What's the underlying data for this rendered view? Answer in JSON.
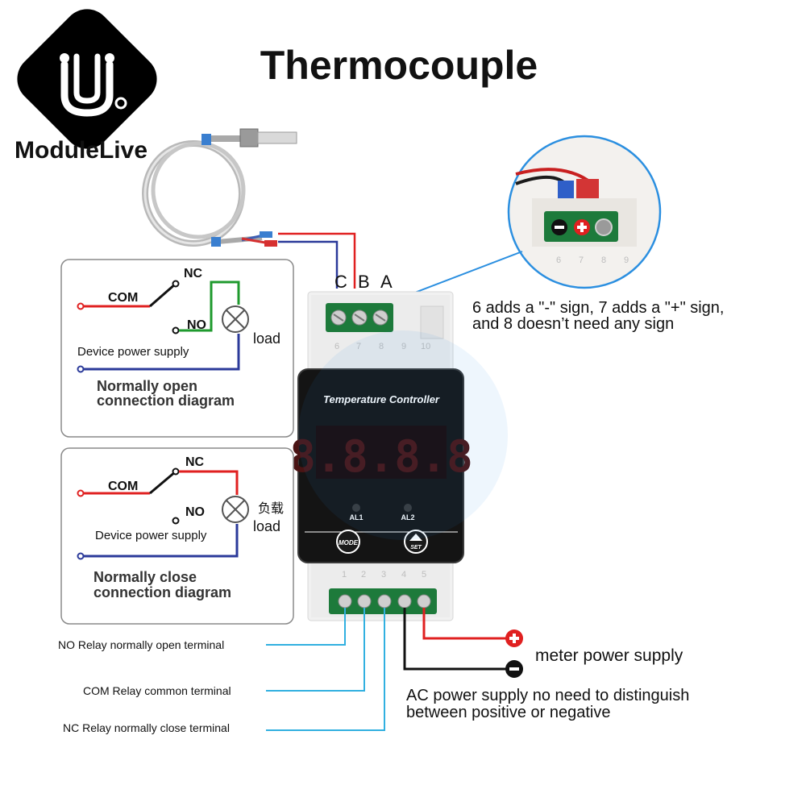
{
  "header": {
    "title": "Thermocouple"
  },
  "logo": {
    "brand": "ModuleLive"
  },
  "thermocouple": {
    "terminal_letters": [
      "C",
      "B",
      "A"
    ]
  },
  "zoom": {
    "note_line1": "6 adds a \"-\" sign, 7 adds a \"+\" sign,",
    "note_line2": "and 8 doesn’t need any sign",
    "terminal_numbers": [
      "6",
      "7",
      "8",
      "9"
    ]
  },
  "device": {
    "label": "Temperature Controller",
    "display": "8.8.8.8",
    "led_left": "AL1",
    "led_right": "AL2",
    "btn_mode": "MODE",
    "btn_set": "SET",
    "top_terminal_numbers": [
      "6",
      "7",
      "8",
      "9",
      "10"
    ],
    "bottom_terminal_numbers": [
      "1",
      "2",
      "3",
      "4",
      "5"
    ]
  },
  "diagram_open": {
    "nc": "NC",
    "com": "COM",
    "no": "NO",
    "load": "load",
    "power": "Device power supply",
    "caption_line1": "Normally open",
    "caption_line2": "connection diagram"
  },
  "diagram_close": {
    "nc": "NC",
    "com": "COM",
    "no": "NO",
    "load_cn": "负载",
    "load": "load",
    "power": "Device power supply",
    "caption_line1": "Normally close",
    "caption_line2": "connection diagram"
  },
  "terminals": {
    "no": "NO  Relay normally open terminal",
    "com": "COM  Relay common terminal",
    "nc": "NC Relay normally close terminal"
  },
  "power": {
    "meter": "meter power supply",
    "ac_line1": "AC power supply no need to distinguish",
    "ac_line2": "between positive or negative"
  },
  "colors": {
    "red": "#e02020",
    "blue": "#2b3a9a",
    "green": "#1f9a2e",
    "cyan": "#31b0e0",
    "terminal_green": "#1d7a3b",
    "display_bg": "#1a0909",
    "segment": "#e33030"
  }
}
